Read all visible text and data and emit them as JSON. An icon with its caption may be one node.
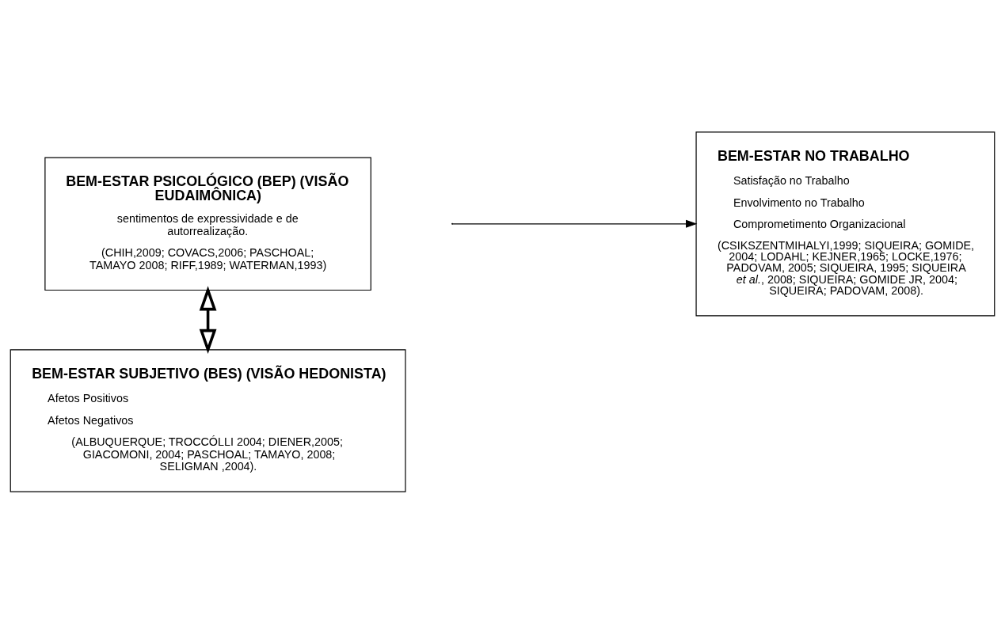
{
  "diagram": {
    "nodes": [
      {
        "text": [
          "BEM-ESTAR PSICOLÓGICO (BEP) (VISÃO EUDAIMÔNICA)",
          "sentimentos de expressividade e de autorrealização.",
          "(CHIH,2009; COVACS,2006; PASCHOAL; TAMAYO 2008; RIFF,1989; WATERMAN,1993)"
        ]
      },
      {
        "text": [
          "BEM-ESTAR SUBJETIVO (BES) (VISÃO HEDONISTA)",
          "Afetos Positivos",
          "Afetos Negativos",
          "(ALBUQUERQUE; TROCCÓLLI 2004; DIENER,2005; GIACOMONI, 2004; PASCHOAL; TAMAYO, 2008; SELIGMAN ,2004)."
        ]
      },
      {
        "text": [
          "BEM-ESTAR NO TRABALHO",
          "Satisfação no Trabalho",
          "Envolvimento no Trabalho",
          "Comprometimento Organizacional",
          "(CSIKSZENTMIHALYI,1999; SIQUEIRA; GOMIDE, 2004; LODAHL; KEJNER,1965; LOCKE,1976; PADOVAM, 2005; SIQUEIRA, 1995; SIQUEIRA *et al.*, 2008; SIQUEIRA; GOMIDE JR, 2004; SIQUEIRA; PADOVAM, 2008)."
        ]
      }
    ],
    "edges": [
      {
        "from": 0,
        "to": 1,
        "arrow": "both",
        "style": "thick"
      },
      {
        "from": null,
        "to": 2,
        "arrow": "to"
      }
    ]
  }
}
